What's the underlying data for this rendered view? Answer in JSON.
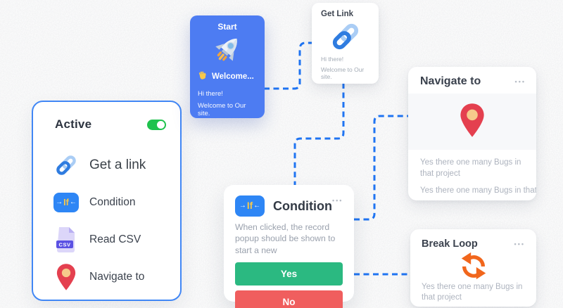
{
  "colors": {
    "connector_blue": "#1f74f2",
    "start_card_blue": "#4d7cf2",
    "condition_icon_blue": "#2e86f5",
    "toggle_green": "#1fc24d",
    "yes_green": "#2bb981",
    "no_red": "#f05e5e",
    "loop_orange": "#f1661c",
    "pin_red": "#e4404f",
    "csv_purple": "#5b51e3"
  },
  "icons": {
    "more_options": "•••",
    "arrow_right": "→",
    "arrow_left": "←",
    "if_label": "If",
    "csv_label": "CSV"
  },
  "active_card": {
    "title": "Active",
    "toggle_on": true,
    "items": [
      {
        "label": "Get a link",
        "icon": "chain-link-icon"
      },
      {
        "label": "Condition",
        "icon": "condition-if-icon"
      },
      {
        "label": "Read CSV",
        "icon": "csv-file-icon"
      },
      {
        "label": "Navigate to",
        "icon": "map-pin-icon"
      }
    ]
  },
  "start_card": {
    "title": "Start",
    "welcome_label": "Welcome...",
    "greeting": "Hi there!",
    "message": "Welcome to Our site."
  },
  "get_link_card": {
    "title": "Get Link",
    "greeting": "Hi there!",
    "message": "Welcome to Our site."
  },
  "navigate_card": {
    "title": "Navigate to",
    "body_line1": "Yes there one many Bugs in that project",
    "body_line2": "Yes there one many Bugs in that"
  },
  "condition_card": {
    "title": "Condition",
    "description": "When clicked, the record popup should be shown to start a new",
    "yes_label": "Yes",
    "no_label": "No"
  },
  "break_loop_card": {
    "title": "Break Loop",
    "body": "Yes there one many Bugs in that project"
  }
}
